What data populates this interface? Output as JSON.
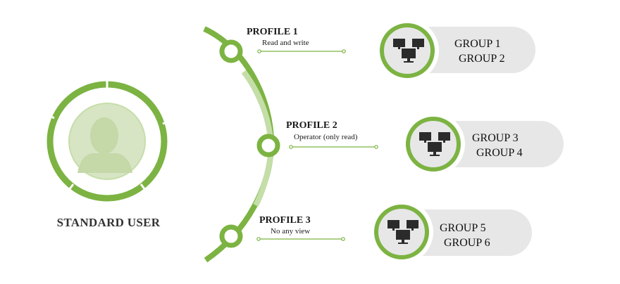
{
  "user": {
    "label": "STANDARD USER",
    "avatar_icon": "user-silhouette-icon"
  },
  "profiles": [
    {
      "title": "PROFILE 1",
      "description": "Read and write"
    },
    {
      "title": "PROFILE 2",
      "description": "Operator (only read)"
    },
    {
      "title": "PROFILE 3",
      "description": "No any view"
    }
  ],
  "group_cards": [
    {
      "icon": "computer-network-icon",
      "groups": [
        "GROUP 1",
        "GROUP 2"
      ]
    },
    {
      "icon": "computer-network-icon",
      "groups": [
        "GROUP 3",
        "GROUP 4"
      ]
    },
    {
      "icon": "computer-network-icon",
      "groups": [
        "GROUP  5",
        "GROUP 6"
      ]
    }
  ],
  "colors": {
    "accent_green": "#7cb342",
    "light_green": "#c5dea8",
    "avatar_fill": "#d7e5c4",
    "card_gray": "#e7e7e7",
    "icon_dark": "#2b2b2b"
  }
}
